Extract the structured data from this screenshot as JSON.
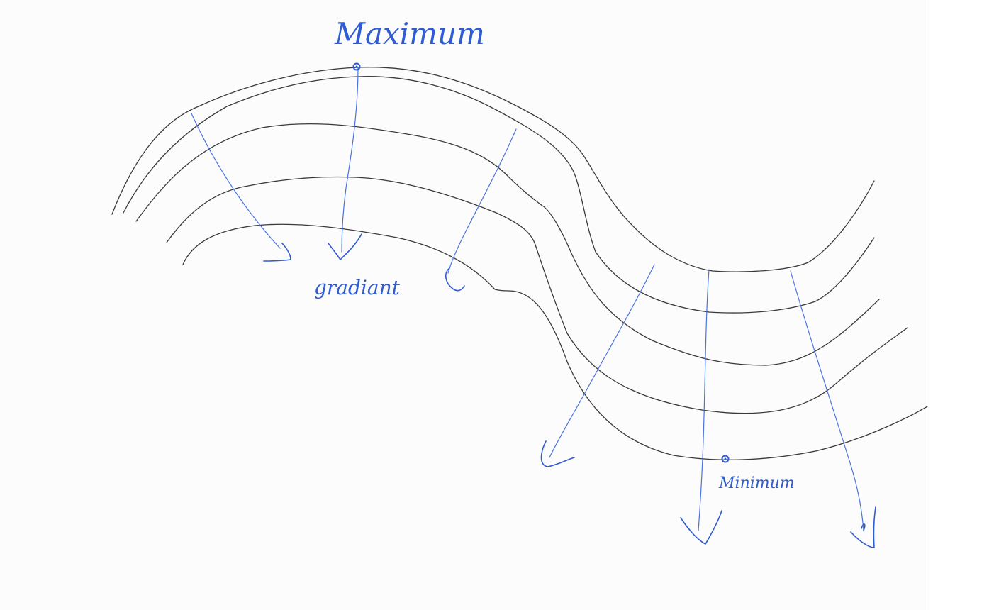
{
  "labels": {
    "maximum": "Maximum",
    "gradient": "gradiant",
    "minimum": "Minimum"
  },
  "colors": {
    "ink": "#2f5bd3",
    "contour": "#3a3a3a",
    "canvas": "#fcfcfc"
  }
}
